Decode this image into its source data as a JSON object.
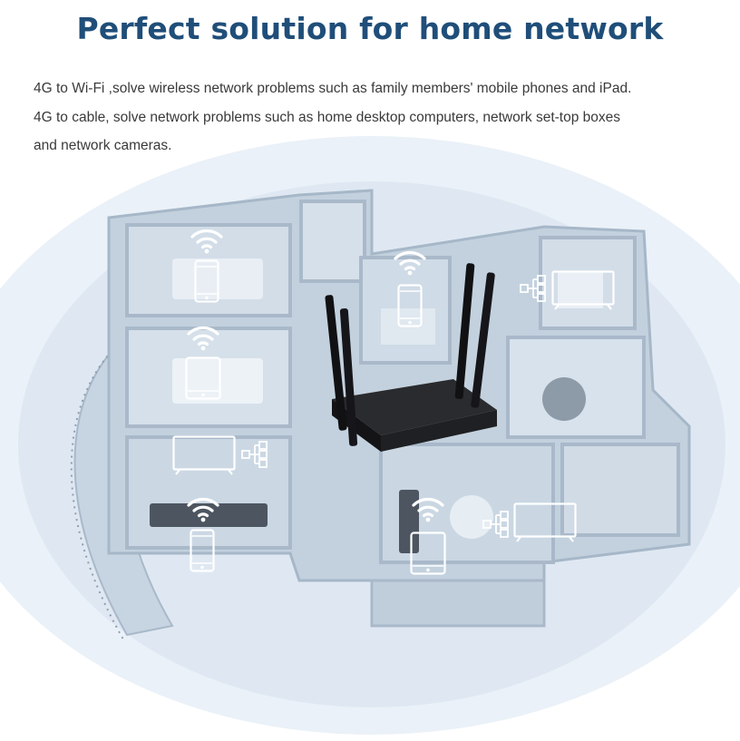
{
  "headline": "Perfect solution for home network",
  "description_lines": [
    "4G to Wi-Fi ,solve wireless network problems such as family members' mobile phones and iPad.",
    "4G to cable, solve network problems such as home desktop computers, network set-top boxes",
    "and network cameras."
  ],
  "colors": {
    "headline": "#1f4e79",
    "body_text": "#3a3a3a",
    "halo": "#e6eef7",
    "walls": "#b5c4d3",
    "floor": "#ccd9e5",
    "router": "#1b1b1d"
  },
  "icons": [
    "wifi-icon",
    "phone-icon",
    "tablet-icon",
    "tv-icon",
    "network-tree-icon"
  ]
}
